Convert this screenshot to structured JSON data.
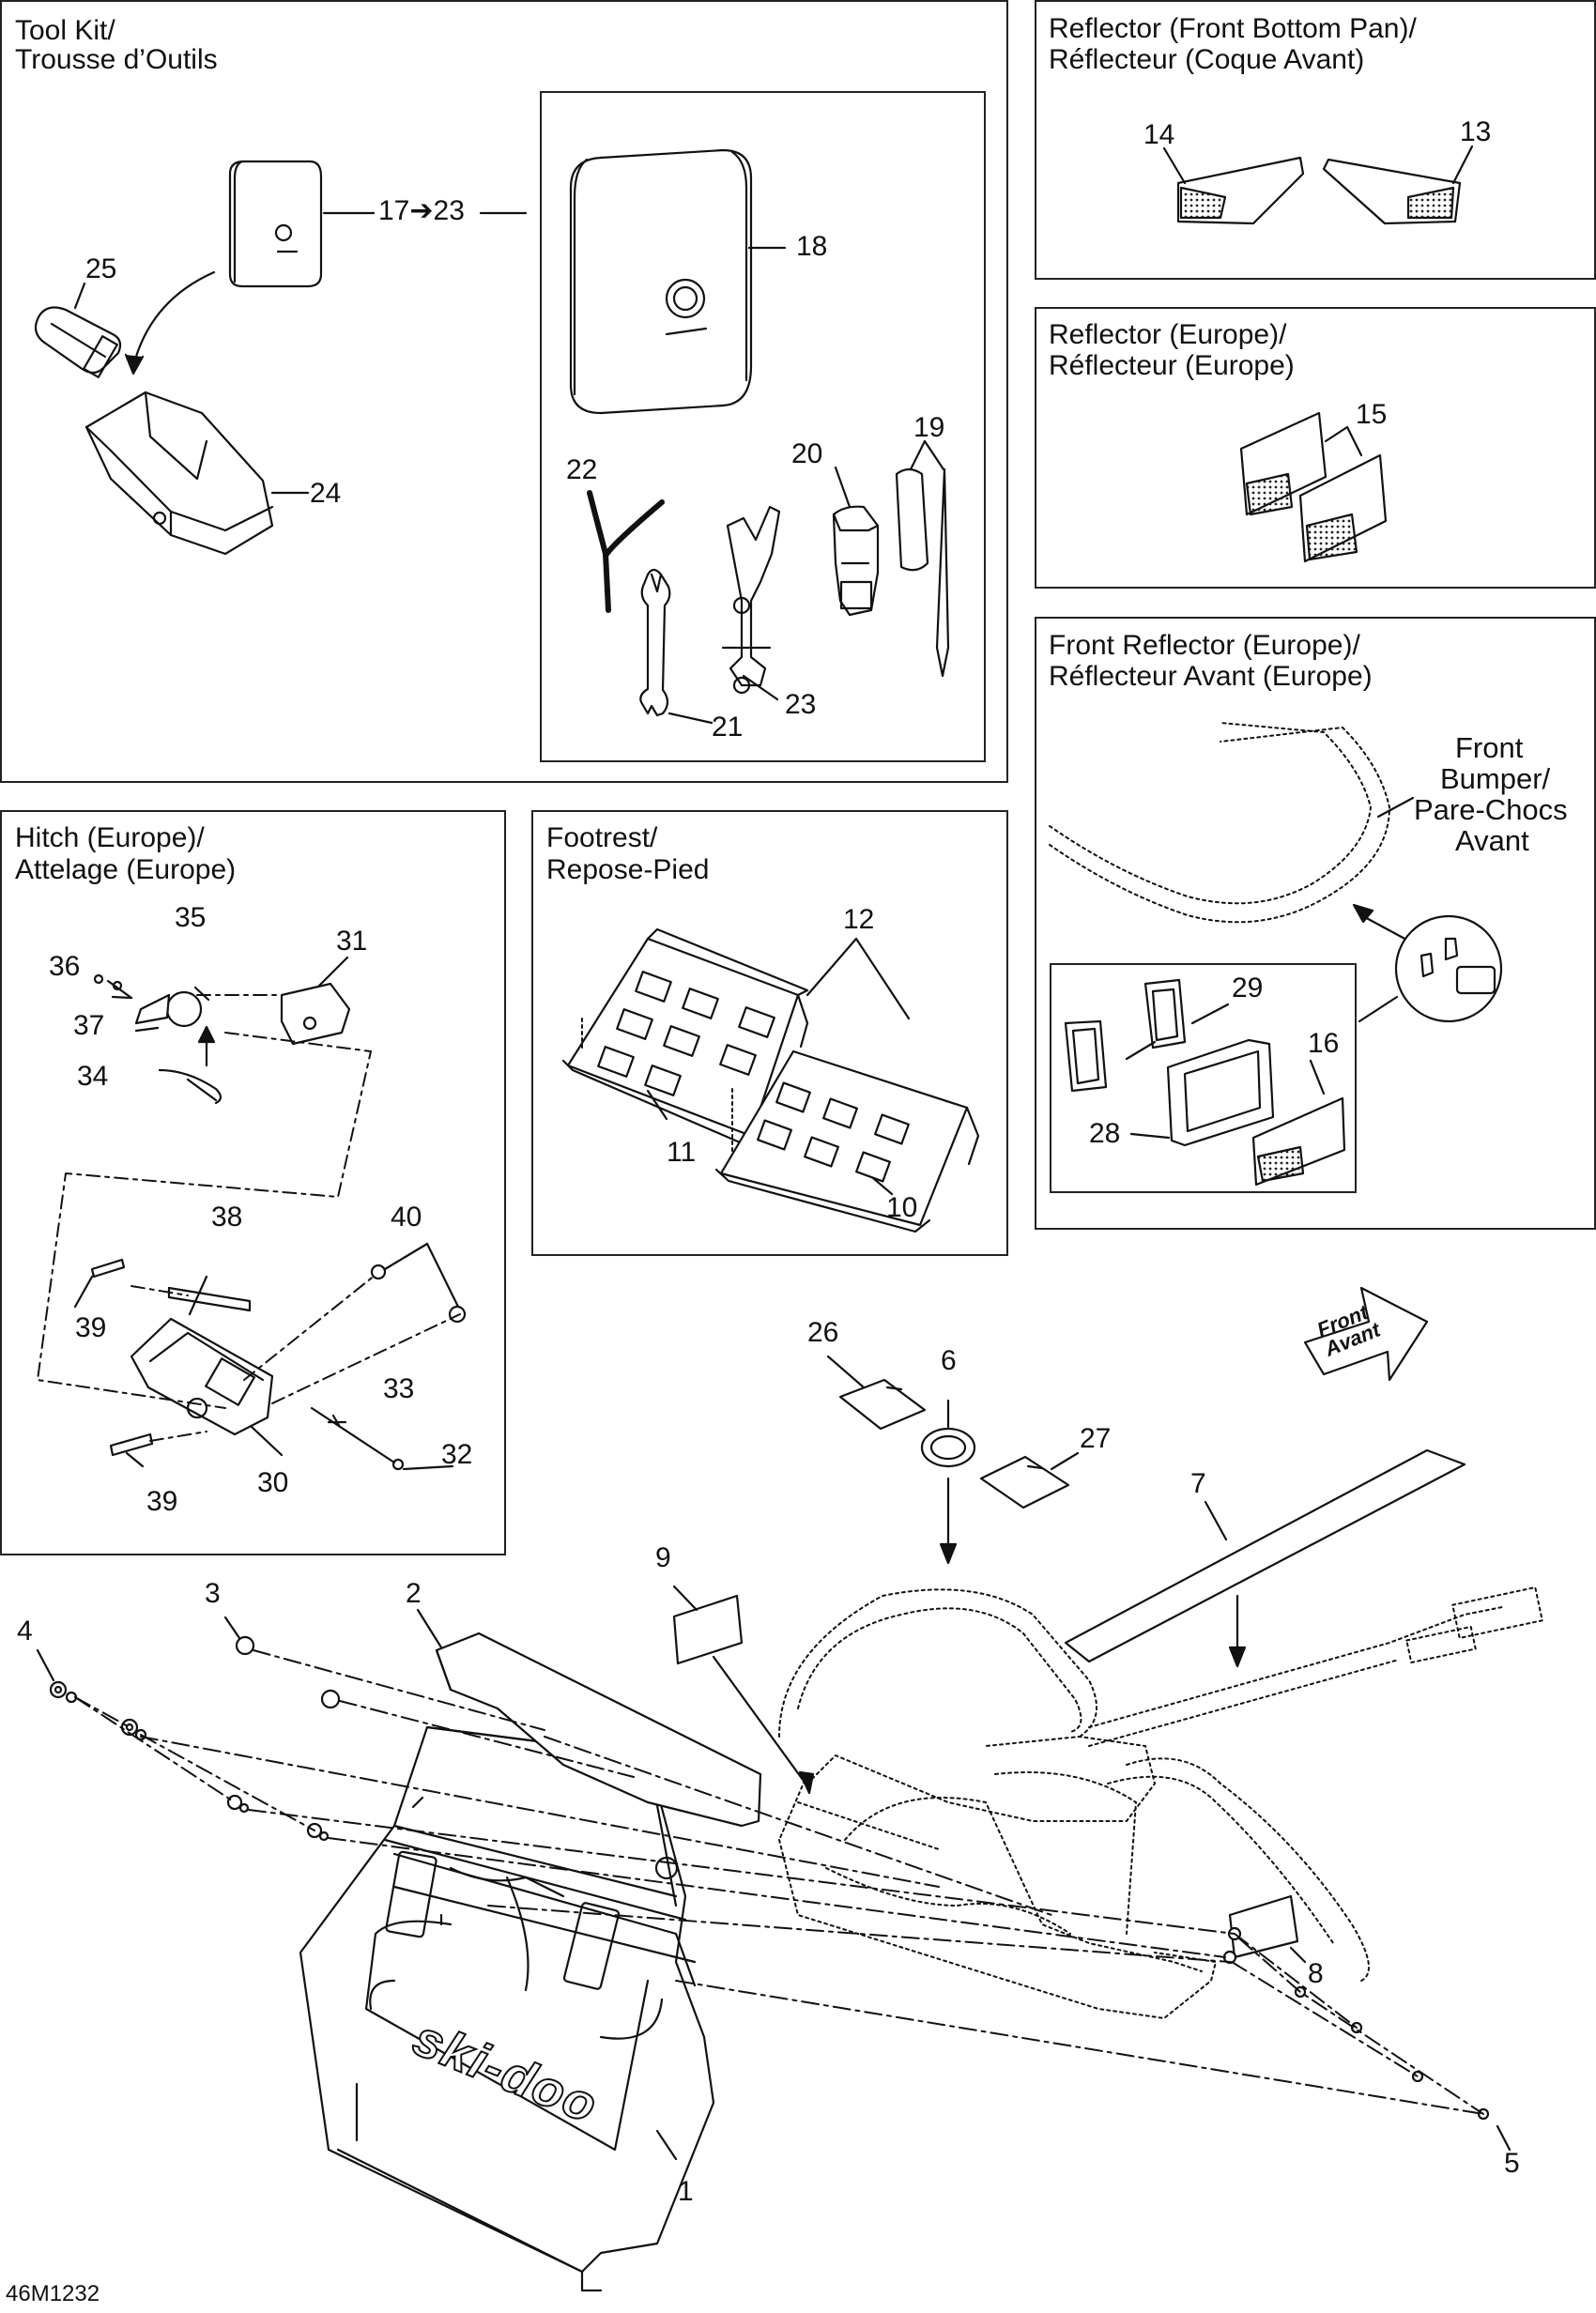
{
  "panels": {
    "toolkit": {
      "title1": "Tool Kit/",
      "title2": "Trousse d’Outils"
    },
    "reflector_front_bottom": {
      "title1": "Reflector (Front Bottom Pan)/",
      "title2": "Réflecteur (Coque Avant)"
    },
    "reflector_europe": {
      "title1": "Reflector (Europe)/",
      "title2": "Réflecteur (Europe)"
    },
    "front_reflector_europe": {
      "title1": "Front Reflector (Europe)/",
      "title2": "Réflecteur Avant (Europe)"
    },
    "hitch": {
      "title1": "Hitch (Europe)/",
      "title2": "Attelage (Europe)"
    },
    "footrest": {
      "title1": "Footrest/",
      "title2": "Repose-Pied"
    }
  },
  "labels": {
    "front_bumper": [
      "Front",
      "Bumper/",
      "Pare-Chocs",
      "Avant"
    ],
    "front_arrow": [
      "Front",
      "Avant"
    ],
    "range_17_23": "17➔23",
    "brand": "ski-doo"
  },
  "parts": {
    "p1": "1",
    "p2": "2",
    "p3": "3",
    "p4": "4",
    "p5": "5",
    "p6": "6",
    "p7": "7",
    "p8": "8",
    "p9": "9",
    "p10": "10",
    "p11": "11",
    "p12": "12",
    "p13": "13",
    "p14": "14",
    "p15": "15",
    "p16": "16",
    "p18": "18",
    "p19": "19",
    "p20": "20",
    "p21": "21",
    "p22": "22",
    "p23": "23",
    "p24": "24",
    "p25": "25",
    "p26": "26",
    "p27": "27",
    "p28": "28",
    "p29": "29",
    "p30": "30",
    "p31": "31",
    "p32": "32",
    "p33": "33",
    "p34": "34",
    "p35": "35",
    "p36": "36",
    "p37": "37",
    "p38": "38",
    "p39a": "39",
    "p39b": "39",
    "p40": "40"
  },
  "figure_ref": "46M1232"
}
